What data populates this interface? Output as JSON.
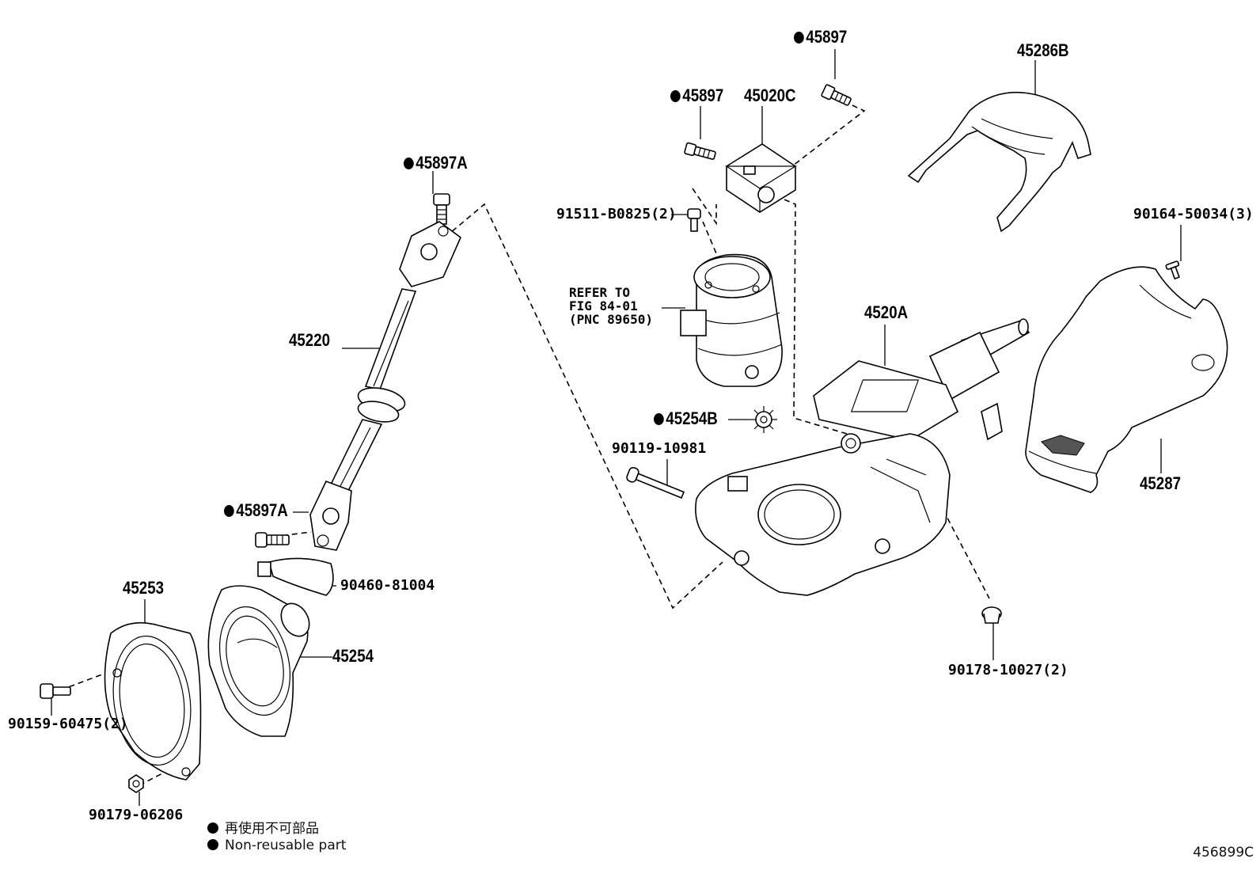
{
  "labels": {
    "p45897_top": "45897",
    "p45286b": "45286B",
    "p45897_mid": "45897",
    "p45020c": "45020C",
    "p45897a_top": "45897A",
    "p91511": "91511-B0825(2)",
    "p90164": "90164-50034(3)",
    "refer_line1": "REFER TO",
    "refer_line2": "FIG 84-01",
    "refer_line3": "(PNC 89650)",
    "p45220": "45220",
    "p4520a": "4520A",
    "p45254b": "45254B",
    "p90119": "90119-10981",
    "p45287": "45287",
    "p45897a_low": "45897A",
    "p90460": "90460-81004",
    "p45253": "45253",
    "p45254": "45254",
    "p90178": "90178-10027(2)",
    "p90159": "90159-60475(2)",
    "p90179": "90179-06206"
  },
  "legend": {
    "japanese": "再使用不可部品",
    "english": "Non-reusable part"
  },
  "figure_number": "456899C"
}
